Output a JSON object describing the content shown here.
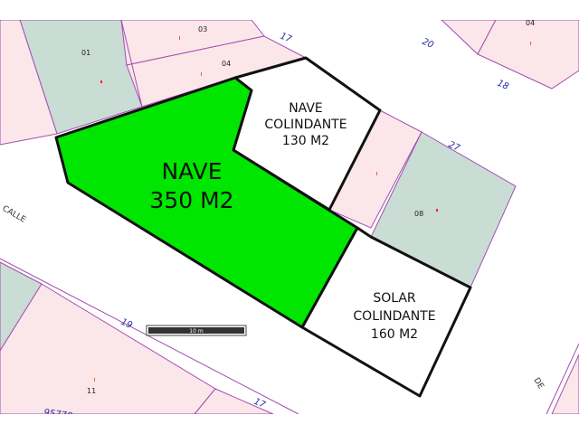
{
  "main_parcel": {
    "line1": "NAVE",
    "line2": "350 M2"
  },
  "adjacent_warehouse": {
    "line1": "NAVE",
    "line2": "COLINDANTE",
    "line3": "130 M2"
  },
  "adjacent_lot": {
    "line1": "SOLAR",
    "line2": "COLINDANTE",
    "line3": "160 M2"
  },
  "parcel_numbers": {
    "p01": "01",
    "p03": "03",
    "p04_top": "04",
    "p04_right": "04",
    "p08": "08",
    "p11": "11"
  },
  "street_numbers": {
    "n17_top": "17",
    "n20": "20",
    "n18": "18",
    "n27": "27",
    "n19": "19",
    "n17_bottom": "17",
    "postal": "95770"
  },
  "street_names": {
    "calle": "CALLE",
    "de": "DE"
  },
  "scale_bar": {
    "label": "10 m"
  },
  "colors": {
    "main_fill": "#00e600",
    "cadastral_pink": "#fbe6ea",
    "cadastral_green": "#c9ddd4",
    "boundary": "#111111",
    "parcel_line": "#a24fb0"
  }
}
